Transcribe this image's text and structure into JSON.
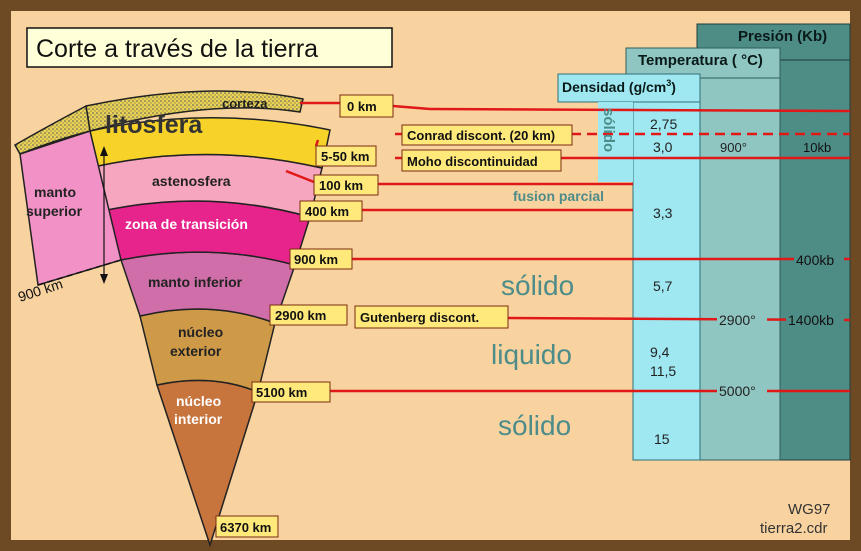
{
  "title": "Corte a través de la tierra",
  "columns": {
    "pressure": "Presión (Kb)",
    "temperature": "Temperatura ( °C)",
    "density": "Densidad (g/cm",
    "density_exp": "3",
    "density_close": ")"
  },
  "layers": {
    "corteza": "corteza",
    "litosfera": "litosfera",
    "astenosfera": "astenosfera",
    "transicion": "zona de transición",
    "manto_inferior": "manto inferior",
    "nucleo_exterior_1": "núcleo",
    "nucleo_exterior_2": "exterior",
    "nucleo_interior_1": "núcleo",
    "nucleo_interior_2": "interior",
    "manto_superior_1": "manto",
    "manto_superior_2": "superior",
    "depth_900": "900 km"
  },
  "depths": [
    "0 km",
    "5-50 km",
    "100 km",
    "400 km",
    "900 km",
    "2900 km",
    "5100 km",
    "6370 km"
  ],
  "discontinuities": {
    "conrad": "Conrad discont. (20 km)",
    "moho": "Moho discontinuidad",
    "gutenberg": "Gutenberg discont."
  },
  "states": {
    "crust": "sólido",
    "fusion": "fusion parcial",
    "solid_mantle": "sólido",
    "liquid": "liquido",
    "solid_core": "sólido"
  },
  "density": [
    "2,75",
    "3,0",
    "3,3",
    "5,7",
    "9,4",
    "11,5",
    "15"
  ],
  "temperature": [
    "900°",
    "2900°",
    "5000°"
  ],
  "pressure": [
    "10kb",
    "400kb",
    "1400kb"
  ],
  "credits": [
    "WG97",
    "tierra2.cdr"
  ]
}
